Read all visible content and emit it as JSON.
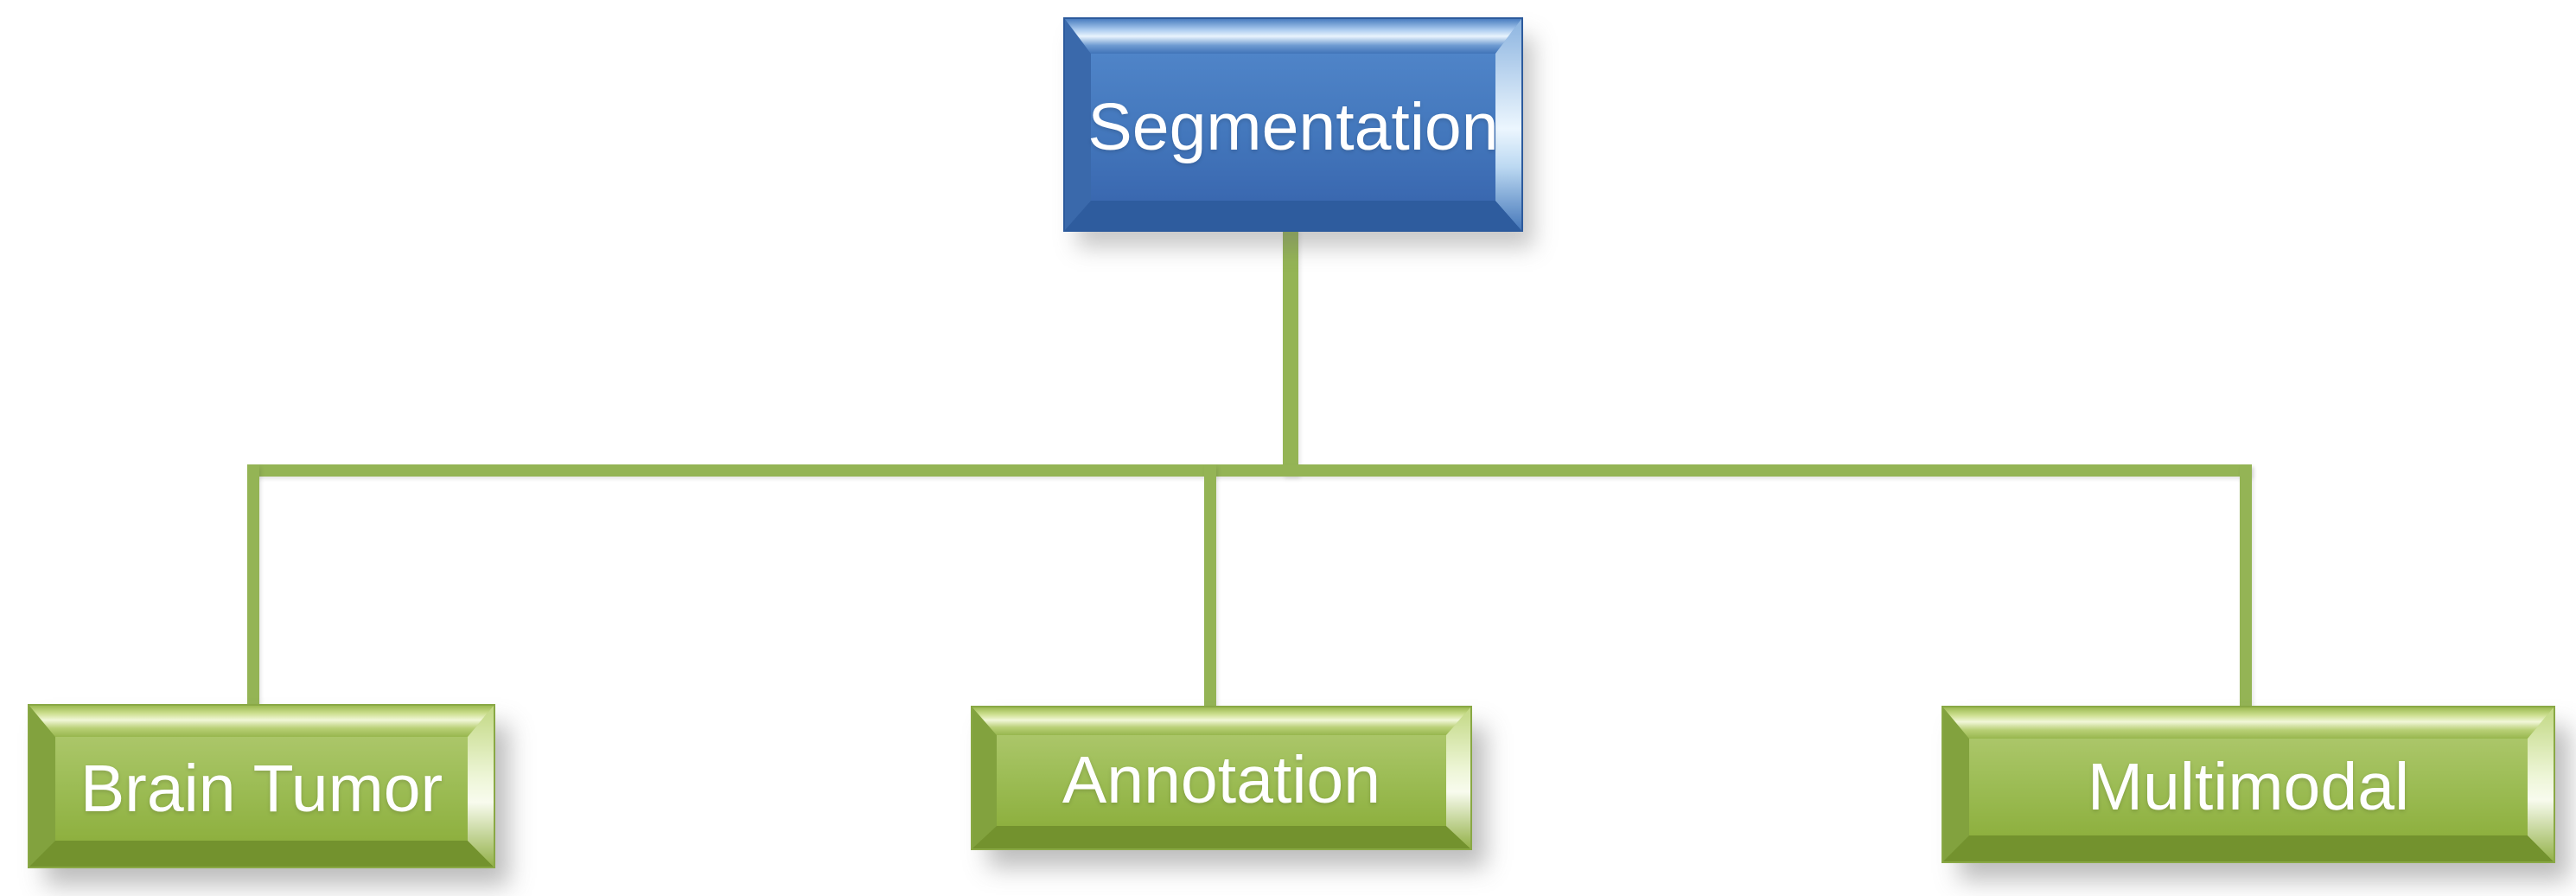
{
  "diagram": {
    "type": "hierarchy-org-chart",
    "root": {
      "label": "Segmentation"
    },
    "children": [
      {
        "label": "Brain Tumor"
      },
      {
        "label": "Annotation"
      },
      {
        "label": "Multimodal"
      }
    ]
  },
  "colors": {
    "connector": "#94b455",
    "root_fill_top": "#4f84c8",
    "root_fill_bottom": "#3a68b0",
    "root_border": "#2c5a9c",
    "child_fill_top": "#abc669",
    "child_fill_bottom": "#8eb03f",
    "child_border": "#89a845",
    "text": "#ffffff",
    "background": "#ffffff"
  }
}
